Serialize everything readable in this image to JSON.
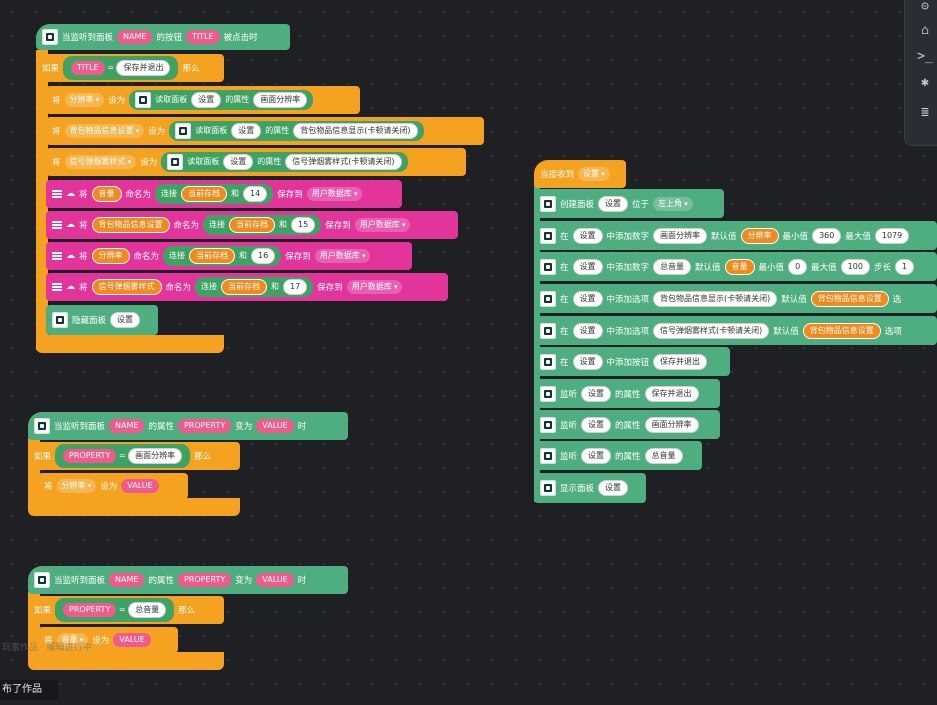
{
  "colors": {
    "event": "#4fae7f",
    "control": "#f4a21f",
    "cloud": "#e2349a",
    "background": "#1e2024"
  },
  "s1": {
    "hat": {
      "t1": "当监听到面板",
      "name": "NAME",
      "t2": "的按钮",
      "title": "TITLE",
      "t3": "被点击时"
    },
    "if": {
      "t1": "如果",
      "title": "TITLE",
      "eq": "=",
      "value": "保存并退出",
      "t2": "那么"
    },
    "set1": {
      "t1": "将",
      "var": "分辨率",
      "t2": "设为",
      "t3": "读取面板",
      "panel": "设置",
      "t4": "的属性",
      "prop": "画面分辨率"
    },
    "set2": {
      "t1": "将",
      "var": "背包物品信息设置",
      "t2": "设为",
      "t3": "读取面板",
      "panel": "设置",
      "t4": "的属性",
      "prop": "背包物品信息显示(卡顿请关闭)"
    },
    "set3": {
      "t1": "将",
      "var": "信号弹烟雾样式",
      "t2": "设为",
      "t3": "读取面板",
      "panel": "设置",
      "t4": "的属性",
      "prop": "信号弹烟雾样式(卡顿请关闭)"
    },
    "save1": {
      "t1": "将",
      "var": "音量",
      "t2": "命名为",
      "t3": "连接",
      "s": "当前存档",
      "and": "和",
      "n": "14",
      "t4": "保存到",
      "db": "用户数据库"
    },
    "save2": {
      "t1": "将",
      "var": "背包物品信息设置",
      "t2": "命名为",
      "t3": "连接",
      "s": "当前存档",
      "and": "和",
      "n": "15",
      "t4": "保存到",
      "db": "用户数据库"
    },
    "save3": {
      "t1": "将",
      "var": "分辨率",
      "t2": "命名为",
      "t3": "连接",
      "s": "当前存档",
      "and": "和",
      "n": "16",
      "t4": "保存到",
      "db": "用户数据库"
    },
    "save4": {
      "t1": "将",
      "var": "信号弹烟雾样式",
      "t2": "命名为",
      "t3": "连接",
      "s": "当前存档",
      "and": "和",
      "n": "17",
      "t4": "保存到",
      "db": "用户数据库"
    },
    "hide": {
      "t1": "隐藏面板",
      "panel": "设置"
    }
  },
  "s2": {
    "hat": {
      "t1": "当监听到面板",
      "name": "NAME",
      "t2": "的属性",
      "prop": "PROPERTY",
      "t3": "变为",
      "value": "VALUE",
      "t4": "时"
    },
    "if": {
      "t1": "如果",
      "prop": "PROPERTY",
      "eq": "=",
      "value": "画面分辨率",
      "t2": "那么"
    },
    "set": {
      "t1": "将",
      "var": "分辨率",
      "t2": "设为",
      "value": "VALUE"
    }
  },
  "s3": {
    "hat": {
      "t1": "当监听到面板",
      "name": "NAME",
      "t2": "的属性",
      "prop": "PROPERTY",
      "t3": "变为",
      "value": "VALUE",
      "t4": "时"
    },
    "if": {
      "t1": "如果",
      "prop": "PROPERTY",
      "eq": "=",
      "value": "总音量",
      "t2": "那么"
    },
    "set": {
      "t1": "将",
      "var": "音量",
      "t2": "设为",
      "value": "VALUE"
    }
  },
  "s4": {
    "hat": {
      "t1": "当接收到",
      "msg": "设置"
    },
    "create": {
      "t1": "创建面板",
      "panel": "设置",
      "t2": "位于",
      "pos": "左上角"
    },
    "num1": {
      "t1": "在",
      "panel": "设置",
      "t2": "中添加数字",
      "label": "画面分辨率",
      "t3": "默认值",
      "def": "分辨率",
      "t4": "最小值",
      "min": "360",
      "t5": "最大值",
      "max": "1079"
    },
    "num2": {
      "t1": "在",
      "panel": "设置",
      "t2": "中添加数字",
      "label": "总音量",
      "t3": "默认值",
      "def": "音量",
      "t4": "最小值",
      "min": "0",
      "t5": "最大值",
      "max": "100",
      "t6": "步长",
      "step": "1"
    },
    "opt1": {
      "t1": "在",
      "panel": "设置",
      "t2": "中添加选项",
      "label": "背包物品信息显示(卡顿请关闭)",
      "t3": "默认值",
      "def": "背包物品信息设置",
      "t4": "选"
    },
    "opt2": {
      "t1": "在",
      "panel": "设置",
      "t2": "中添加选项",
      "label": "信号弹烟雾样式(卡顿请关闭)",
      "t3": "默认值",
      "def": "背包物品信息设置",
      "t4": "选项"
    },
    "btn": {
      "t1": "在",
      "panel": "设置",
      "t2": "中添加按钮",
      "label": "保存并退出"
    },
    "l1": {
      "t1": "监听",
      "panel": "设置",
      "t2": "的属性",
      "prop": "保存并退出"
    },
    "l2": {
      "t1": "监听",
      "panel": "设置",
      "t2": "的属性",
      "prop": "画面分辨率"
    },
    "l3": {
      "t1": "监听",
      "panel": "设置",
      "t2": "的属性",
      "prop": "总音量"
    },
    "show": {
      "t1": "显示面板",
      "panel": "设置"
    }
  },
  "sidebar": {
    "icons": [
      "account-icon",
      "robot-icon",
      "terminal-icon",
      "bug-icon",
      "document-icon"
    ]
  },
  "status": {
    "text": "布了作品"
  },
  "ghost": {
    "text": "玩家作品 · 编辑进行中"
  }
}
